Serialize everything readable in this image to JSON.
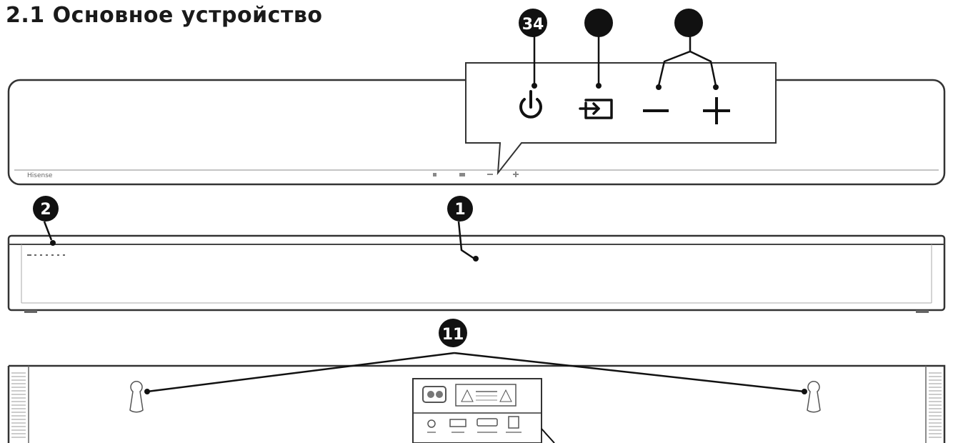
{
  "title": "2.1 Основное устройство",
  "callouts": {
    "top_power": "34",
    "middle_main": "1",
    "middle_left": "2",
    "bottom_mounts": "11"
  },
  "top_view": {
    "brand": "Hisense"
  },
  "icons": [
    "power-icon",
    "input-source-icon",
    "volume-down-icon",
    "volume-up-icon",
    "keyhole-mount-icon",
    "warning-label-icon"
  ]
}
